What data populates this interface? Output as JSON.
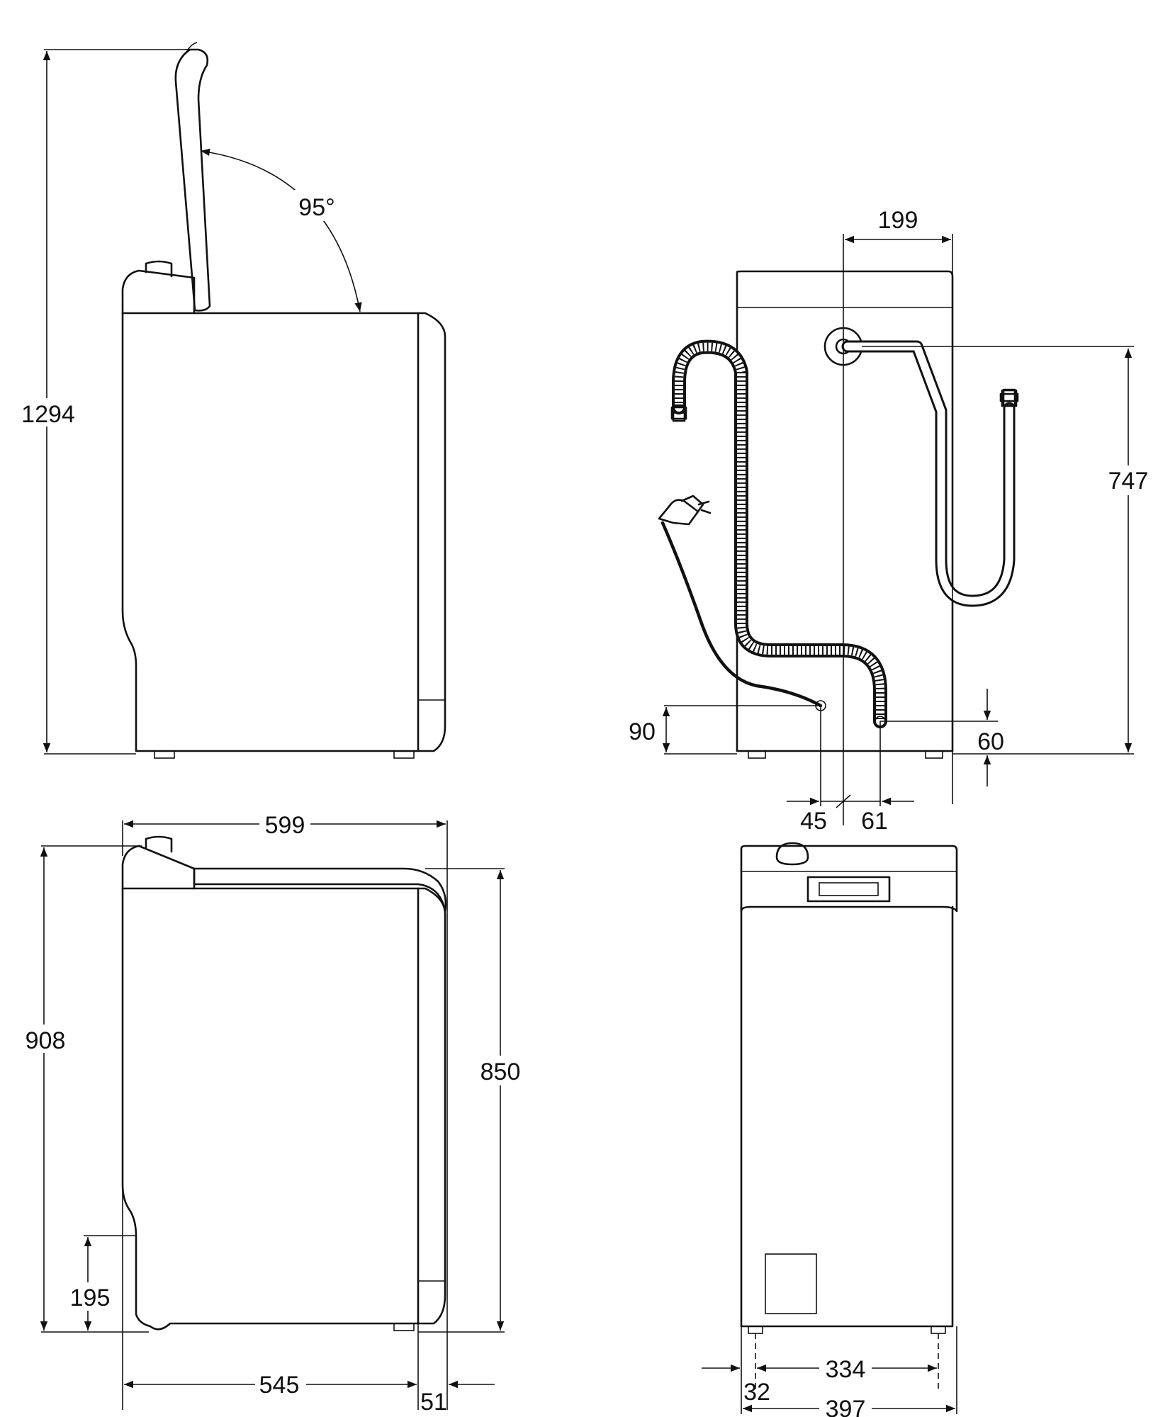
{
  "dimensions": {
    "lid_open_height": "1294",
    "lid_angle": "95°",
    "width": "599",
    "top_height": "908",
    "body_height": "850",
    "cabinet_depth": "545",
    "rear_offset": "51",
    "front_recess_height": "195",
    "inlet_offset": "199",
    "outlet_height": "747",
    "cable_height": "90",
    "drain_height": "60",
    "cable_offset": "45",
    "drain_offset": "61",
    "feet_spacing": "334",
    "foot_inset": "32",
    "front_width": "397"
  }
}
